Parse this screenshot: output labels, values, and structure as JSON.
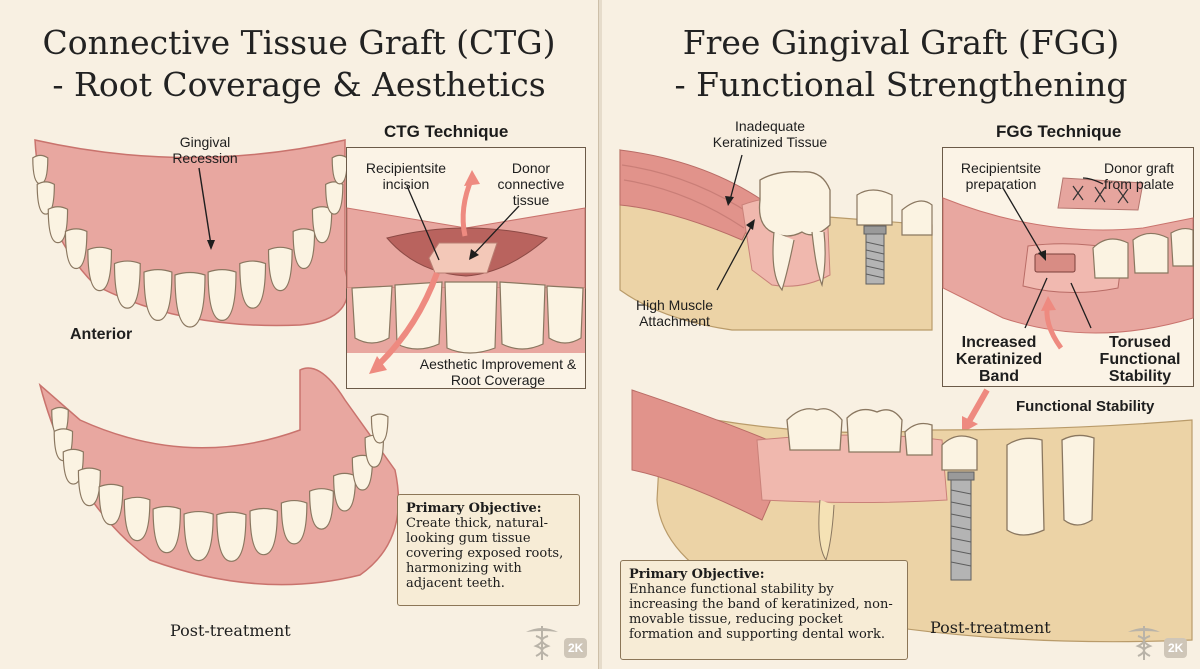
{
  "left": {
    "title_line1": "Connective Tissue Graft (CTG)",
    "title_line2": "- Root Coverage & Aesthetics",
    "gingival_recession": "Gingival Recession",
    "anterior": "Anterior",
    "technique_heading": "CTG Technique",
    "recipient_label": "Recipientsite incision",
    "donor_label": "Donor connective tissue",
    "aesthetic_label": "Aesthetic Improvement & Root Coverage",
    "objective_title": "Primary Objective:",
    "objective_text": "Create thick, natural-looking gum tissue covering exposed roots, harmonizing with adjacent teeth.",
    "post_treatment": "Post-treatment",
    "badge": "2K"
  },
  "right": {
    "title_line1": "Free Gingival Graft (FGG)",
    "title_line2": "- Functional Strengthening",
    "inadequate_label": "Inadequate Keratinized Tissue",
    "muscle_label": "High Muscle Attachment",
    "technique_heading": "FGG Technique",
    "recipient_label": "Recipientsite preparation",
    "donor_label": "Donor graft from palate",
    "increased_label": "Increased Keratinized Band",
    "torused_label": "Torused Functional Stability",
    "functional_stability": "Functional Stability",
    "objective_title": "Primary Objective:",
    "objective_text": "Enhance functional stability by increasing the band of keratinized, non-movable tissue, reducing pocket formation and supporting dental work.",
    "post_treatment": "Post-treatment",
    "badge": "2K"
  },
  "colors": {
    "gum": "#e8a7a0",
    "gum_dark": "#c9736d",
    "tooth": "#fbf3e2",
    "tooth_outline": "#8a7760",
    "bone": "#ecd3a6",
    "arrow": "#ee8a80",
    "background": "#f8f0e2"
  },
  "icons": [
    "caduceus-icon",
    "caduceus-icon"
  ]
}
